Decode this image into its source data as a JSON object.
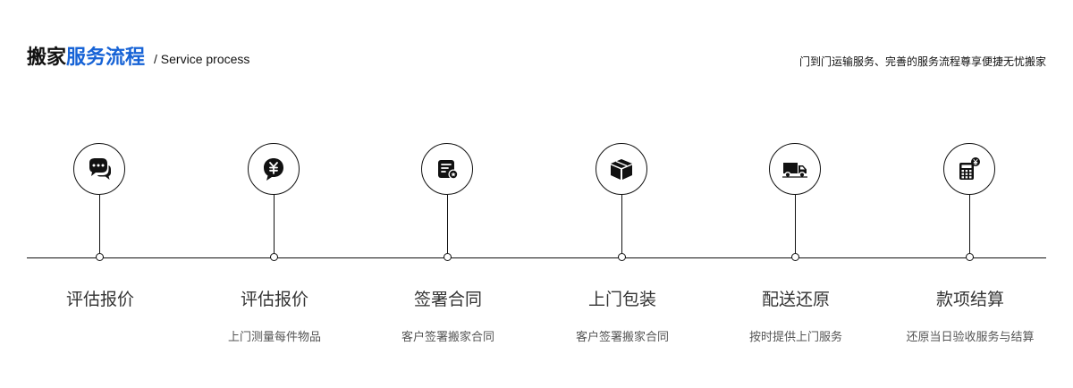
{
  "header": {
    "title_prefix": "搬家",
    "title_accent": "服务流程",
    "subtitle": "/ Service process",
    "slogan": "门到门运输服务、完善的服务流程尊享便捷无忧搬家",
    "accent_color": "#1763d6"
  },
  "steps": [
    {
      "title": "评估报价",
      "desc": "",
      "icon": "chat-bubble-icon"
    },
    {
      "title": "评估报价",
      "desc": "上门测量每件物品",
      "icon": "yuan-bubble-icon"
    },
    {
      "title": "签署合同",
      "desc": "客户签署搬家合同",
      "icon": "contract-icon"
    },
    {
      "title": "上门包装",
      "desc": "客户签署搬家合同",
      "icon": "box-icon"
    },
    {
      "title": "配送还原",
      "desc": "按时提供上门服务",
      "icon": "truck-icon"
    },
    {
      "title": "款项结算",
      "desc": "还原当日验收服务与结算",
      "icon": "calculator-icon"
    }
  ]
}
